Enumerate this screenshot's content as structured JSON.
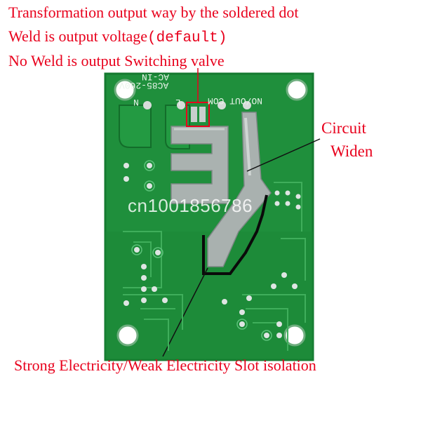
{
  "annotations": {
    "line1": "Transformation output way by the soldered dot",
    "line2_prefix": "Weld is output voltage",
    "line2_default": "(default)",
    "line3": "No Weld is output Switching valve",
    "circuit_line1": "Circuit",
    "circuit_line2": "Widen",
    "slot_isolation": "Strong Electricity/Weak Electricity Slot isolation"
  },
  "board_silkscreen": {
    "ac_in": "AC-IN",
    "ac_range": "AC85-260V",
    "n": "N",
    "l": "L",
    "terminals": "NO/OUT COM"
  },
  "watermark": "cn1001856786",
  "colors": {
    "annotation": "#e8001c",
    "pcb": "#1f8f3c",
    "copper": "#aeb5b3",
    "silkscreen": "#e9f4ea",
    "marker": "#000000"
  }
}
